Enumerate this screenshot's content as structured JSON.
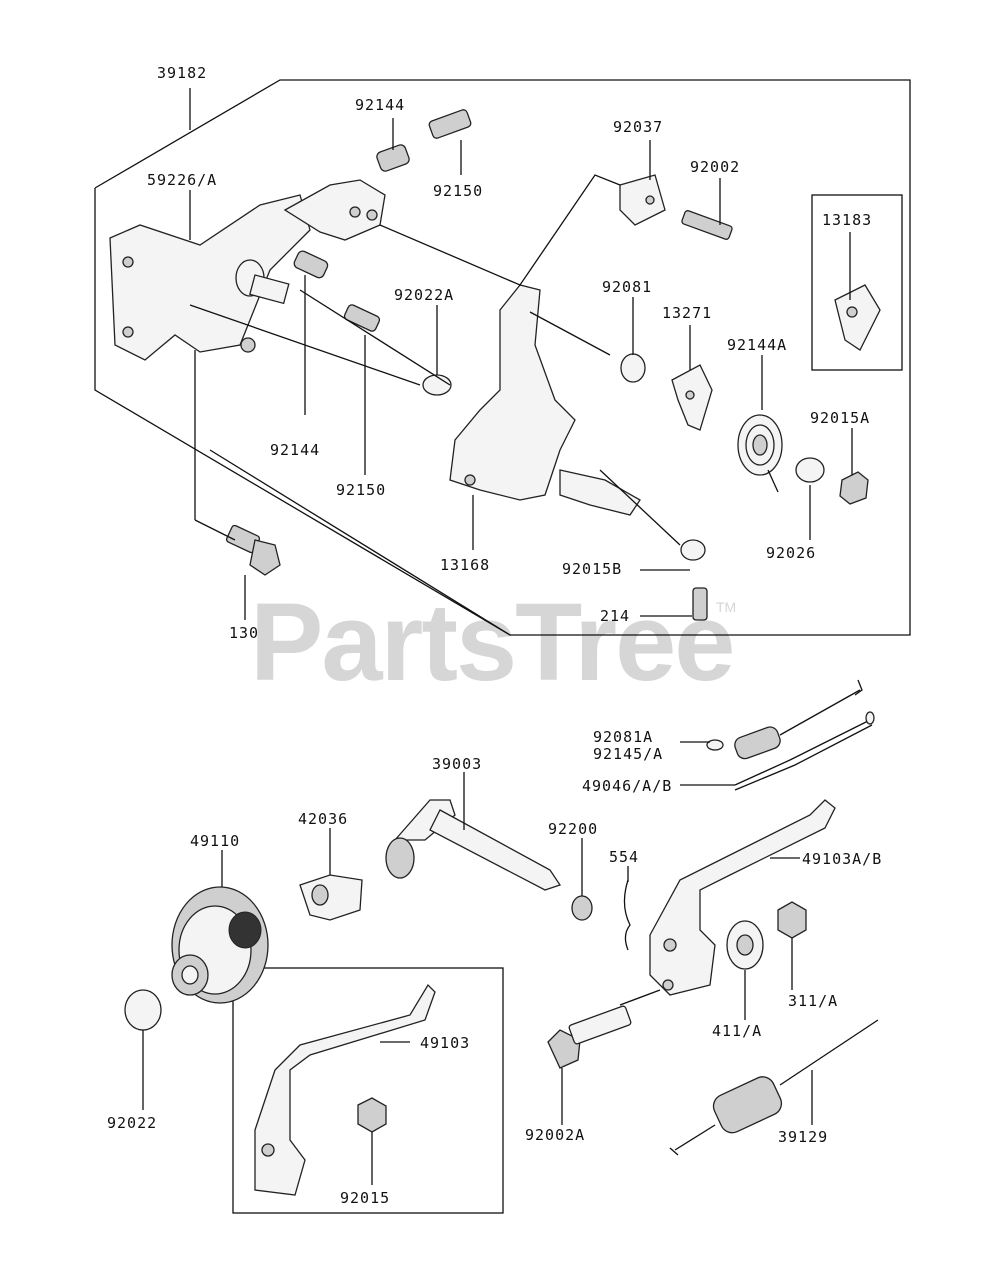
{
  "watermark": {
    "text": "PartsTree",
    "trademark": "TM"
  },
  "labels": {
    "p39182": "39182",
    "p92144_top": "92144",
    "p92150_top": "92150",
    "p59226": "59226/A",
    "p92037": "92037",
    "p92002": "92002",
    "p13183": "13183",
    "p92022A": "92022A",
    "p92081": "92081",
    "p13271": "13271",
    "p92144A": "92144A",
    "p92015A": "92015A",
    "p92144_bot": "92144",
    "p92150_bot": "92150",
    "p13168": "13168",
    "p92015B": "92015B",
    "p92026": "92026",
    "p214": "214",
    "p130": "130",
    "p92081A": "92081A",
    "p92145": "92145/A",
    "p49046": "49046/A/B",
    "p39003": "39003",
    "p42036": "42036",
    "p49110": "49110",
    "p92200": "92200",
    "p554": "554",
    "p49103AB": "49103A/B",
    "p311": "311/A",
    "p411": "411/A",
    "p49103": "49103",
    "p92022": "92022",
    "p92002A": "92002A",
    "p39129": "39129",
    "p92015": "92015"
  }
}
